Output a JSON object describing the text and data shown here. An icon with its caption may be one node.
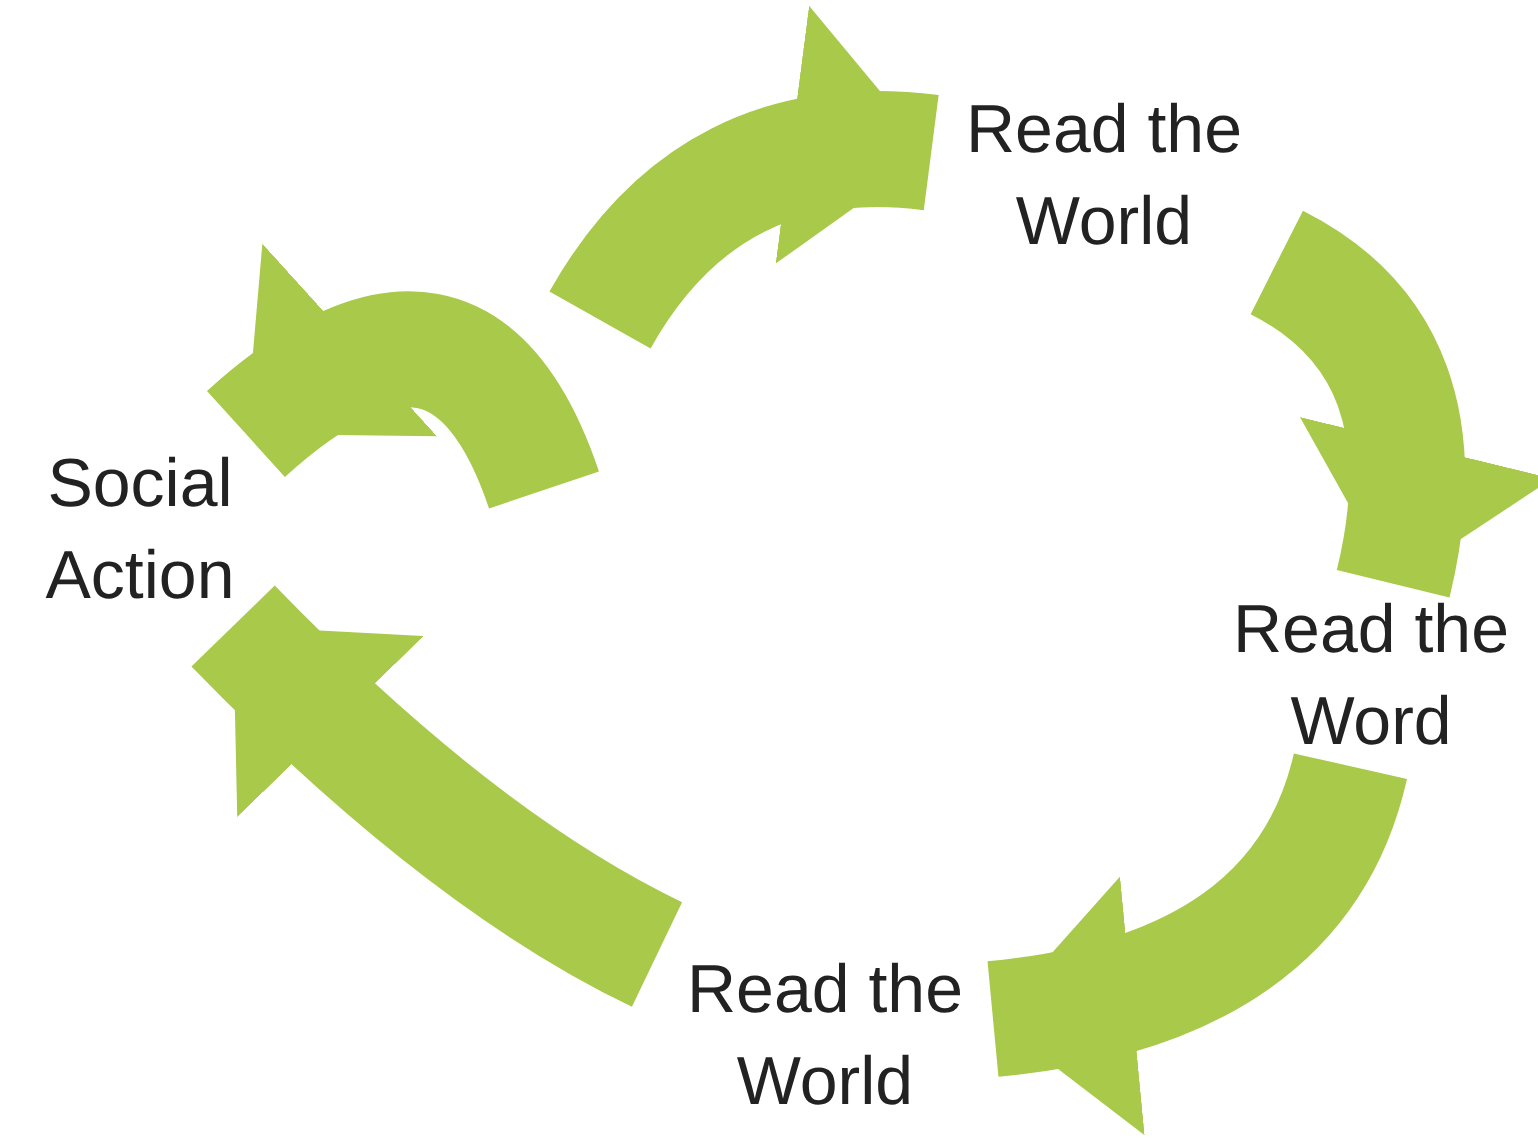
{
  "diagram": {
    "nodes": [
      {
        "text": [
          "Read the World"
        ]
      },
      {
        "text": [
          "Read the Word"
        ]
      },
      {
        "text": [
          "Read the World"
        ]
      },
      {
        "text": [
          "Social Action"
        ]
      }
    ],
    "edges": [
      {
        "from": null,
        "to": 0,
        "arrow": "to"
      },
      {
        "from": 0,
        "to": 1,
        "arrow": "to"
      },
      {
        "from": 1,
        "to": 2,
        "arrow": "to"
      },
      {
        "from": 2,
        "to": 3,
        "arrow": "to"
      },
      {
        "from": null,
        "to": 3,
        "arrow": "to"
      }
    ]
  }
}
